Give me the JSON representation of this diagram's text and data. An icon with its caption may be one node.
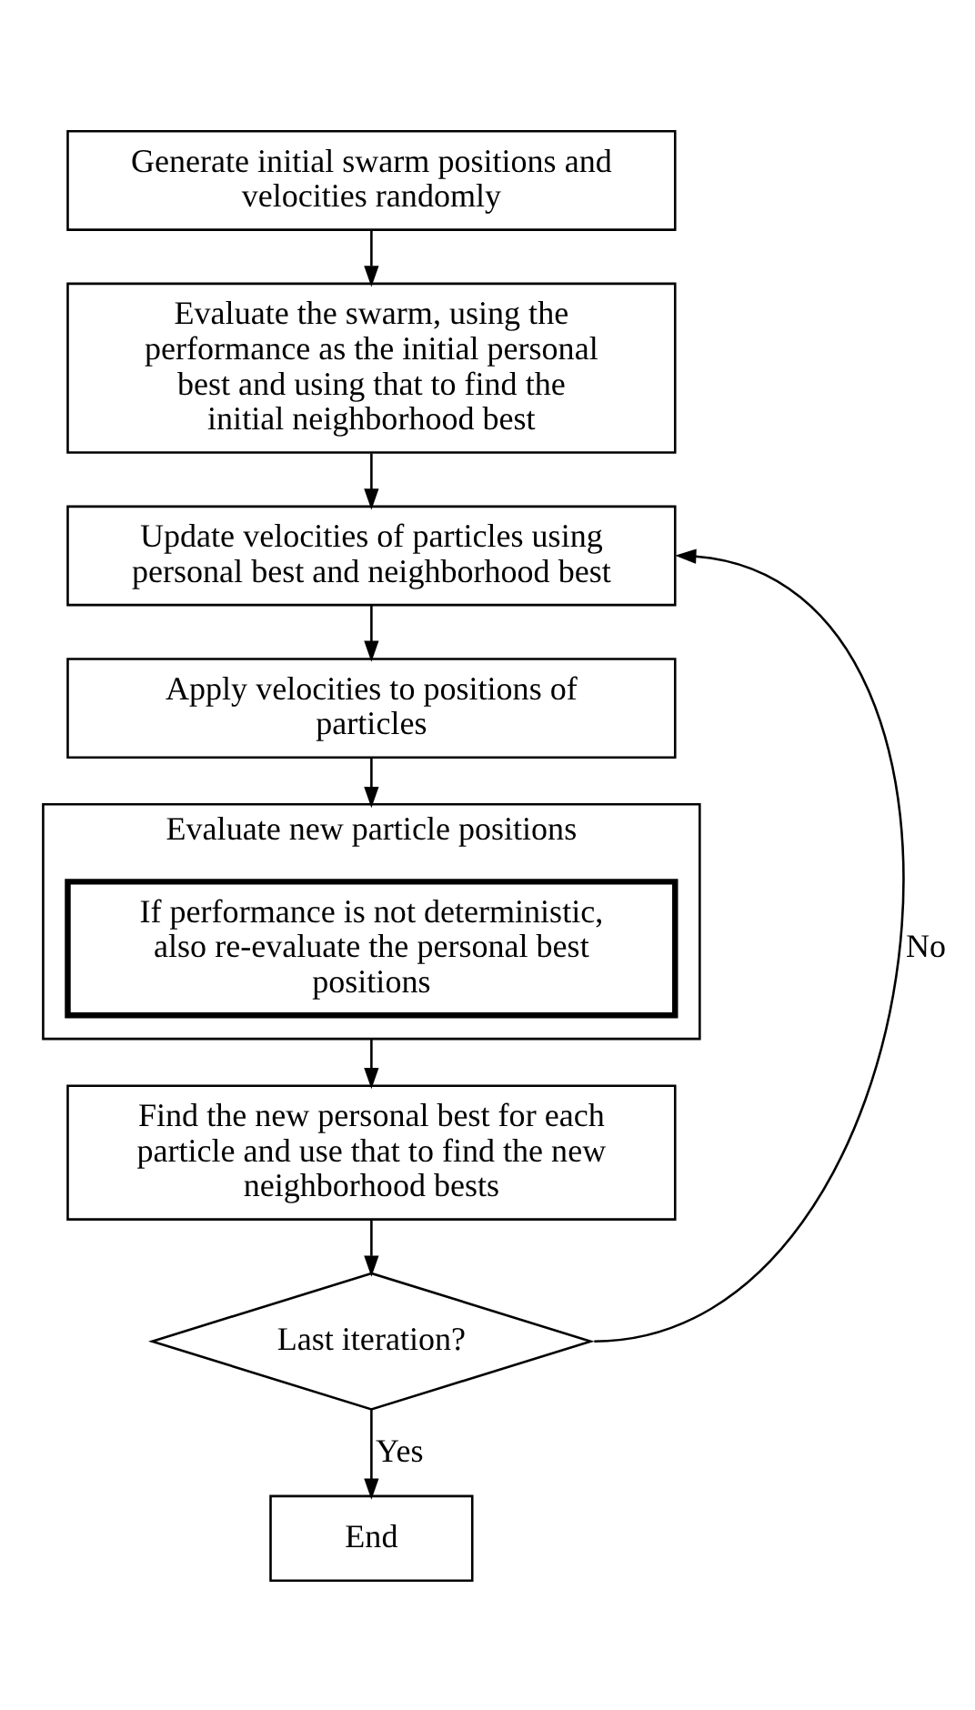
{
  "diagram": {
    "nodes": [
      {
        "text": [
          "Generate initial swarm positions and velocities randomly"
        ]
      },
      {
        "text": [
          "Evaluate the swarm, using the performance as the initial personal best and using that to find the initial neighborhood best"
        ]
      },
      {
        "text": [
          "Update velocities of particles using personal best and neighborhood best"
        ]
      },
      {
        "text": [
          "Apply velocities to positions of particles"
        ]
      },
      {
        "text": [
          "Evaluate new particle positions"
        ]
      },
      {
        "text": [
          "If performance is not deterministic, also re-evaluate the personal best positions"
        ],
        "in": 4
      },
      {
        "text": [
          "Find the new personal best for each particle and use that to find the new neighborhood bests"
        ]
      },
      {
        "text": [
          "Last iteration?"
        ]
      },
      {
        "text": [
          "End"
        ]
      }
    ],
    "edges": [
      {
        "from": 0,
        "to": 1,
        "arrow": "to"
      },
      {
        "from": 1,
        "to": 2,
        "arrow": "to"
      },
      {
        "from": 2,
        "to": 3,
        "arrow": "to"
      },
      {
        "from": 3,
        "to": 4,
        "arrow": "to"
      },
      {
        "from": 4,
        "to": 6,
        "arrow": "to"
      },
      {
        "from": 6,
        "to": 7,
        "arrow": "to"
      },
      {
        "from": 7,
        "to": 8,
        "label": "Yes",
        "arrow": "to"
      },
      {
        "from": 7,
        "to": 2,
        "label": "No",
        "arrow": "to"
      }
    ]
  }
}
